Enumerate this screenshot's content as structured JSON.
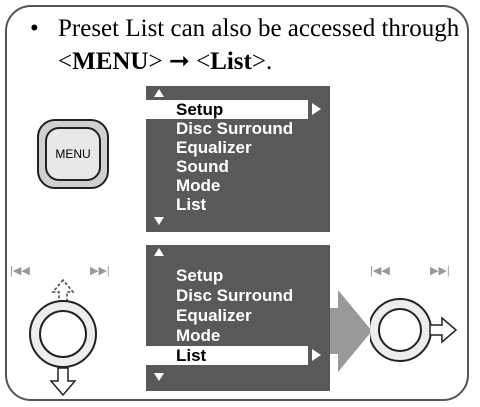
{
  "note": {
    "bullet": "•",
    "text_prefix": "Preset List can also be accessed through",
    "menu_open": "<",
    "menu_word": "MENU",
    "menu_close": ">",
    "arrow": " ➞ ",
    "list_open": "<",
    "list_word": "List",
    "list_close": ">."
  },
  "menu_button": {
    "label": "MENU"
  },
  "screen_top": {
    "items": [
      "Setup",
      "Disc Surround",
      "Equalizer",
      "Sound",
      "Mode",
      "List"
    ],
    "selected": "Setup"
  },
  "screen_bottom": {
    "items": [
      "Setup",
      "Disc Surround",
      "Equalizer",
      "Mode",
      "List"
    ],
    "selected": "List"
  },
  "knob_labels": {
    "prev": "|◀◀",
    "next": "▶▶|"
  },
  "colors": {
    "screen_bg": "#595959",
    "selection_bg": "#ffffff",
    "arrow_gray": "#999999"
  }
}
